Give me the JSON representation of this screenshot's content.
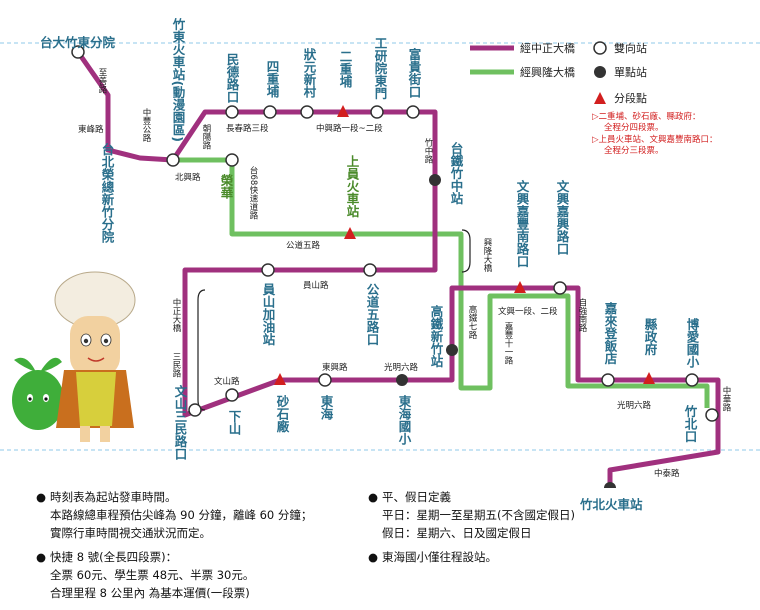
{
  "colors": {
    "purple_route": "#a0307e",
    "green_route": "#6fc060",
    "red_marker": "#d21f1f",
    "station_text": "#2a6f8c",
    "dashed_line": "#8fc8e8"
  },
  "legend": {
    "purple_label": "經中正大橋",
    "green_label": "經興隆大橋",
    "two_way": "雙向站",
    "one_way": "單點站",
    "section_point": "分段點",
    "section_note_1a": "▷二重埔、砂石廠、縣政府：",
    "section_note_1b": "全程分四段票。",
    "section_note_2a": "▷上員火車站、文興嘉豐南路口：",
    "section_note_2b": "全程分三段票。"
  },
  "stations": {
    "s1": "台大竹東分院",
    "s2": "竹東火車站(動漫園區)",
    "s3": "民德路口",
    "s4": "四重埔",
    "s5": "狀元新村",
    "s6": "二重埔",
    "s7": "工研院東門",
    "s8": "富貴街口",
    "s9": "台鐵竹中站",
    "s10": "台北榮總新竹分院",
    "s11": "榮華",
    "s12": "上員火車站",
    "s13": "員山加油站",
    "s14": "公道五路口",
    "s15": "高鐵新竹站",
    "s16": "文興嘉豐南路口",
    "s17": "文興嘉興路口",
    "s18": "嘉來登飯店",
    "s19": "縣政府",
    "s20": "博愛國小",
    "s21": "竹北口",
    "s22": "竹北火車站",
    "s23": "文山三民路口",
    "s24": "下山",
    "s25": "砂石廠",
    "s26": "東海",
    "s27": "東海國小"
  },
  "roads": {
    "r1": "至善路",
    "r2": "東峰路",
    "r3": "中豐公路",
    "r4": "朝陽路",
    "r5": "北興路",
    "r6": "長春路三段",
    "r7": "中興路一段~二段",
    "r8": "竹中路",
    "r9": "台68快速道路",
    "r10": "公道五路",
    "r11": "員山路",
    "r12": "興隆大橋",
    "r13": "高鐵七路",
    "r14": "文興一段、二段",
    "r15": "自強南路",
    "r16": "嘉豐十一路",
    "r17": "中正大橋",
    "r18": "三民路",
    "r19": "文山路",
    "r20": "東興路",
    "r21": "光明六路",
    "r22": "光明六路",
    "r23": "中華路",
    "r24": "中泰路"
  },
  "notes": {
    "n1": "時刻表為起站發車時間。",
    "n2": "本路線總車程預估尖峰為 90 分鐘，離峰 60 分鐘；",
    "n3": "實際行車時間視交通狀況而定。",
    "n4": "快捷 8 號(全長四段票)：",
    "n5": "全票 60元、學生票 48元、半票 30元。",
    "n6": "合理里程 8 公里內 為基本運價(一段票)",
    "n7": "平、假日定義",
    "n8": "平日：星期一至星期五(不含國定假日)",
    "n9": "假日：星期六、日及國定假日",
    "n10": "東海國小僅往程設站。"
  }
}
